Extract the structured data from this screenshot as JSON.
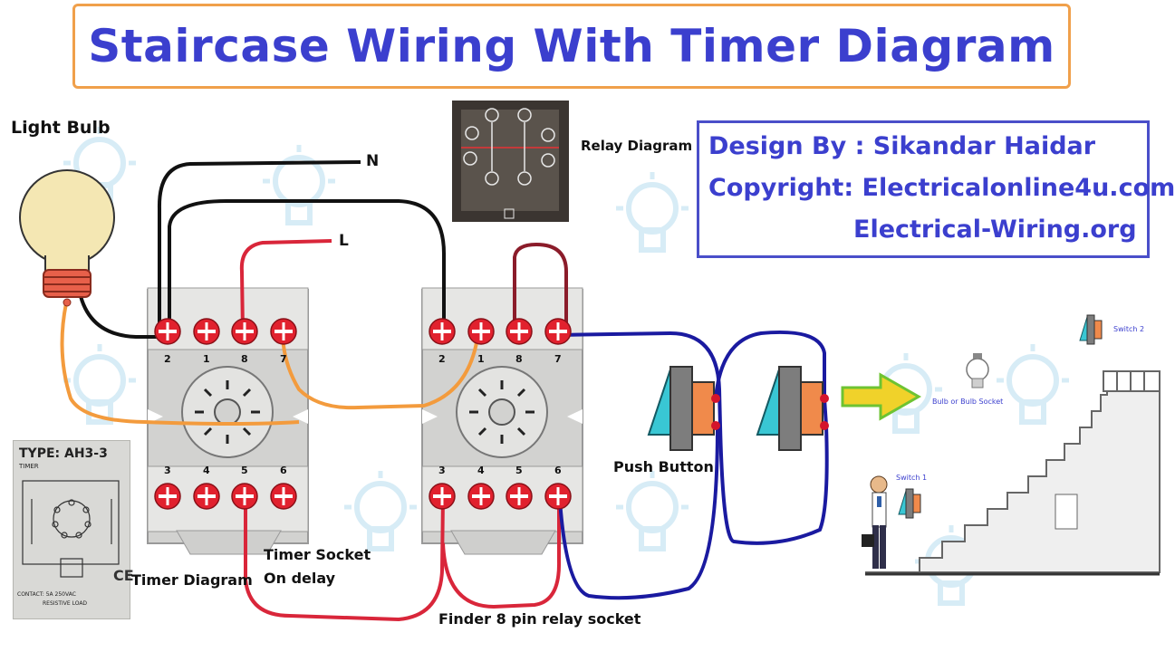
{
  "title": "Staircase Wiring With Timer Diagram",
  "credits": {
    "design_by": "Design By : Sikandar Haidar",
    "copyright": "Copyright: Electricalonline4u.com",
    "site2": "Electrical-Wiring.org"
  },
  "labels": {
    "light_bulb": "Light Bulb",
    "neutral": "N",
    "live": "L",
    "relay_diagram": "Relay Diagram",
    "push_button": "Push Button",
    "timer_socket_line1": "Timer Socket",
    "timer_socket_line2": "On delay",
    "timer_diagram": "Timer Diagram",
    "finder_socket": "Finder 8 pin relay socket",
    "bulb_or_socket": "Bulb or Bulb Socket",
    "switch_1": "Switch 1",
    "switch_2": "Switch 2"
  },
  "timer_photo": {
    "type": "TYPE: AH3-3",
    "timer": "TIMER",
    "contact": "CONTACT: 5A 250VAC",
    "load": "RESISTIVE LOAD"
  },
  "terminal_numbers": {
    "top": [
      "2",
      "1",
      "8",
      "7"
    ],
    "bottom": [
      "3",
      "4",
      "5",
      "6"
    ]
  },
  "colors": {
    "title": "#3b3fce",
    "title_border": "#f0a04b",
    "wire_neutral": "#111111",
    "wire_live": "#d9263a",
    "wire_orange": "#f39b3d",
    "wire_blue": "#1a1aa0",
    "wire_maroon": "#8b1c2a",
    "terminal": "#e1212e",
    "socket_body": "#d2d2d0"
  }
}
